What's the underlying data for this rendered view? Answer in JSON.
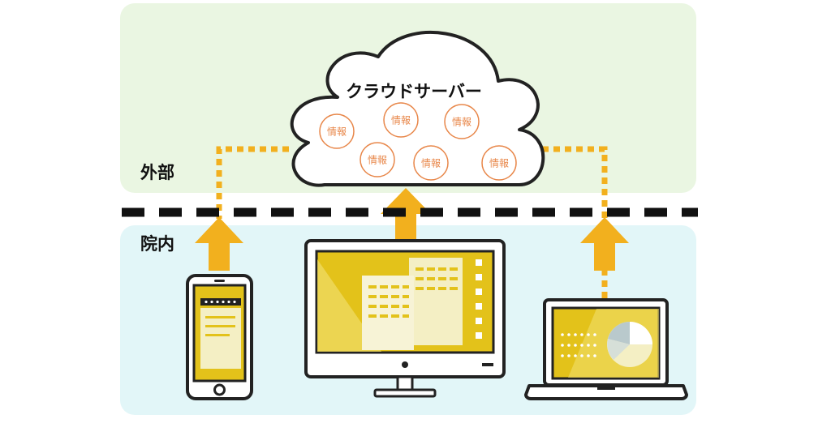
{
  "zones": {
    "outside_label": "外部",
    "inside_label": "院内",
    "outside_color": "#eaf6e2",
    "inside_color": "#e2f6f8"
  },
  "cloud": {
    "title": "クラウドサーバー",
    "info_items": [
      "情報",
      "情報",
      "情報",
      "情報",
      "情報",
      "情報"
    ]
  },
  "colors": {
    "accent": "#f2b01e",
    "screen": "#e3c21a",
    "outline": "#222222",
    "info": "#e8874a"
  },
  "devices": [
    "smartphone",
    "desktop-monitor",
    "laptop"
  ],
  "icons": [
    "cloud-icon",
    "arrow-up-icon",
    "smartphone-icon",
    "monitor-icon",
    "laptop-icon",
    "pie-chart-icon"
  ]
}
